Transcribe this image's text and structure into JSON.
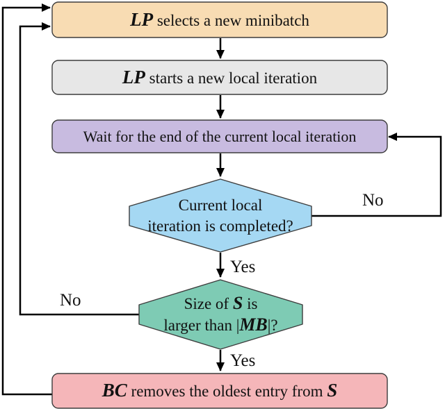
{
  "nodes": {
    "select_minibatch": {
      "fill": "#F8DCB3",
      "math": "LP",
      "text": " selects a new minibatch"
    },
    "start_iteration": {
      "fill": "#E7E7E7",
      "math": "LP",
      "text": " starts a new local iteration"
    },
    "wait_end": {
      "fill": "#C8BBE0",
      "text": "Wait for the end of the current local iteration"
    },
    "iteration_completed": {
      "fill": "#A5D8F3",
      "line1": "Current local",
      "line2": "iteration is completed?"
    },
    "size_check": {
      "fill": "#7ECBB4",
      "line1_pre": "Size of ",
      "line1_math": "S",
      "line1_post": " is",
      "line2_pre": "larger than |",
      "line2_math": "MB",
      "line2_post": "|?"
    },
    "remove_oldest": {
      "fill": "#F5B6B9",
      "math": "BC",
      "text": " removes the oldest entry from ",
      "math2": "S"
    }
  },
  "edges": {
    "yes_iteration": "Yes",
    "yes_size": "Yes",
    "no_iteration": "No",
    "no_size": "No"
  },
  "colors": {
    "line": "#000000",
    "node_border": "#3d3d3d",
    "background": "#ffffff"
  }
}
